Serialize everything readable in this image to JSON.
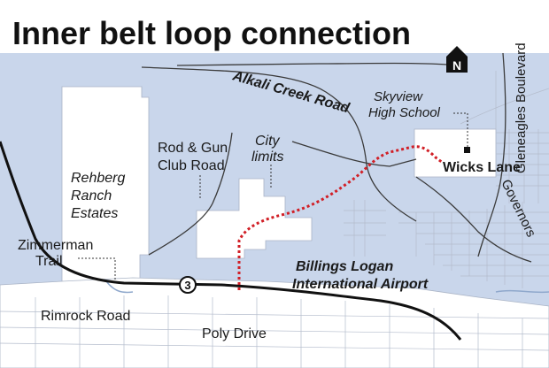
{
  "title": "Inner belt loop connection",
  "colors": {
    "city_limits_fill": "#c9d6eb",
    "background": "#ffffff",
    "street_lines": "#b4bccc",
    "loop_route": "#d11f26",
    "main_road": "#111111"
  },
  "north_arrow": {
    "icon": "north-arrow-icon",
    "label": "N"
  },
  "highway_shield": {
    "icon": "route-shield-icon",
    "label": "3"
  },
  "labels": {
    "alkali_creek_road": "Alkali Creek Road",
    "skyview_1": "Skyview",
    "skyview_2": "High School",
    "gleneagles": "Gleneagles Boulevard",
    "rod_gun_1": "Rod & Gun",
    "rod_gun_2": "Club Road",
    "city_limits_1": "City",
    "city_limits_2": "limits",
    "rehberg_1": "Rehberg",
    "rehberg_2": "Ranch",
    "rehberg_3": "Estates",
    "wicks_lane": "Wicks Lane",
    "governors": "Governors",
    "zimmerman_1": "Zimmerman",
    "zimmerman_2": "Trail",
    "airport_1": "Billings Logan",
    "airport_2": "International Airport",
    "rimrock_road": "Rimrock Road",
    "poly_drive": "Poly Drive"
  }
}
